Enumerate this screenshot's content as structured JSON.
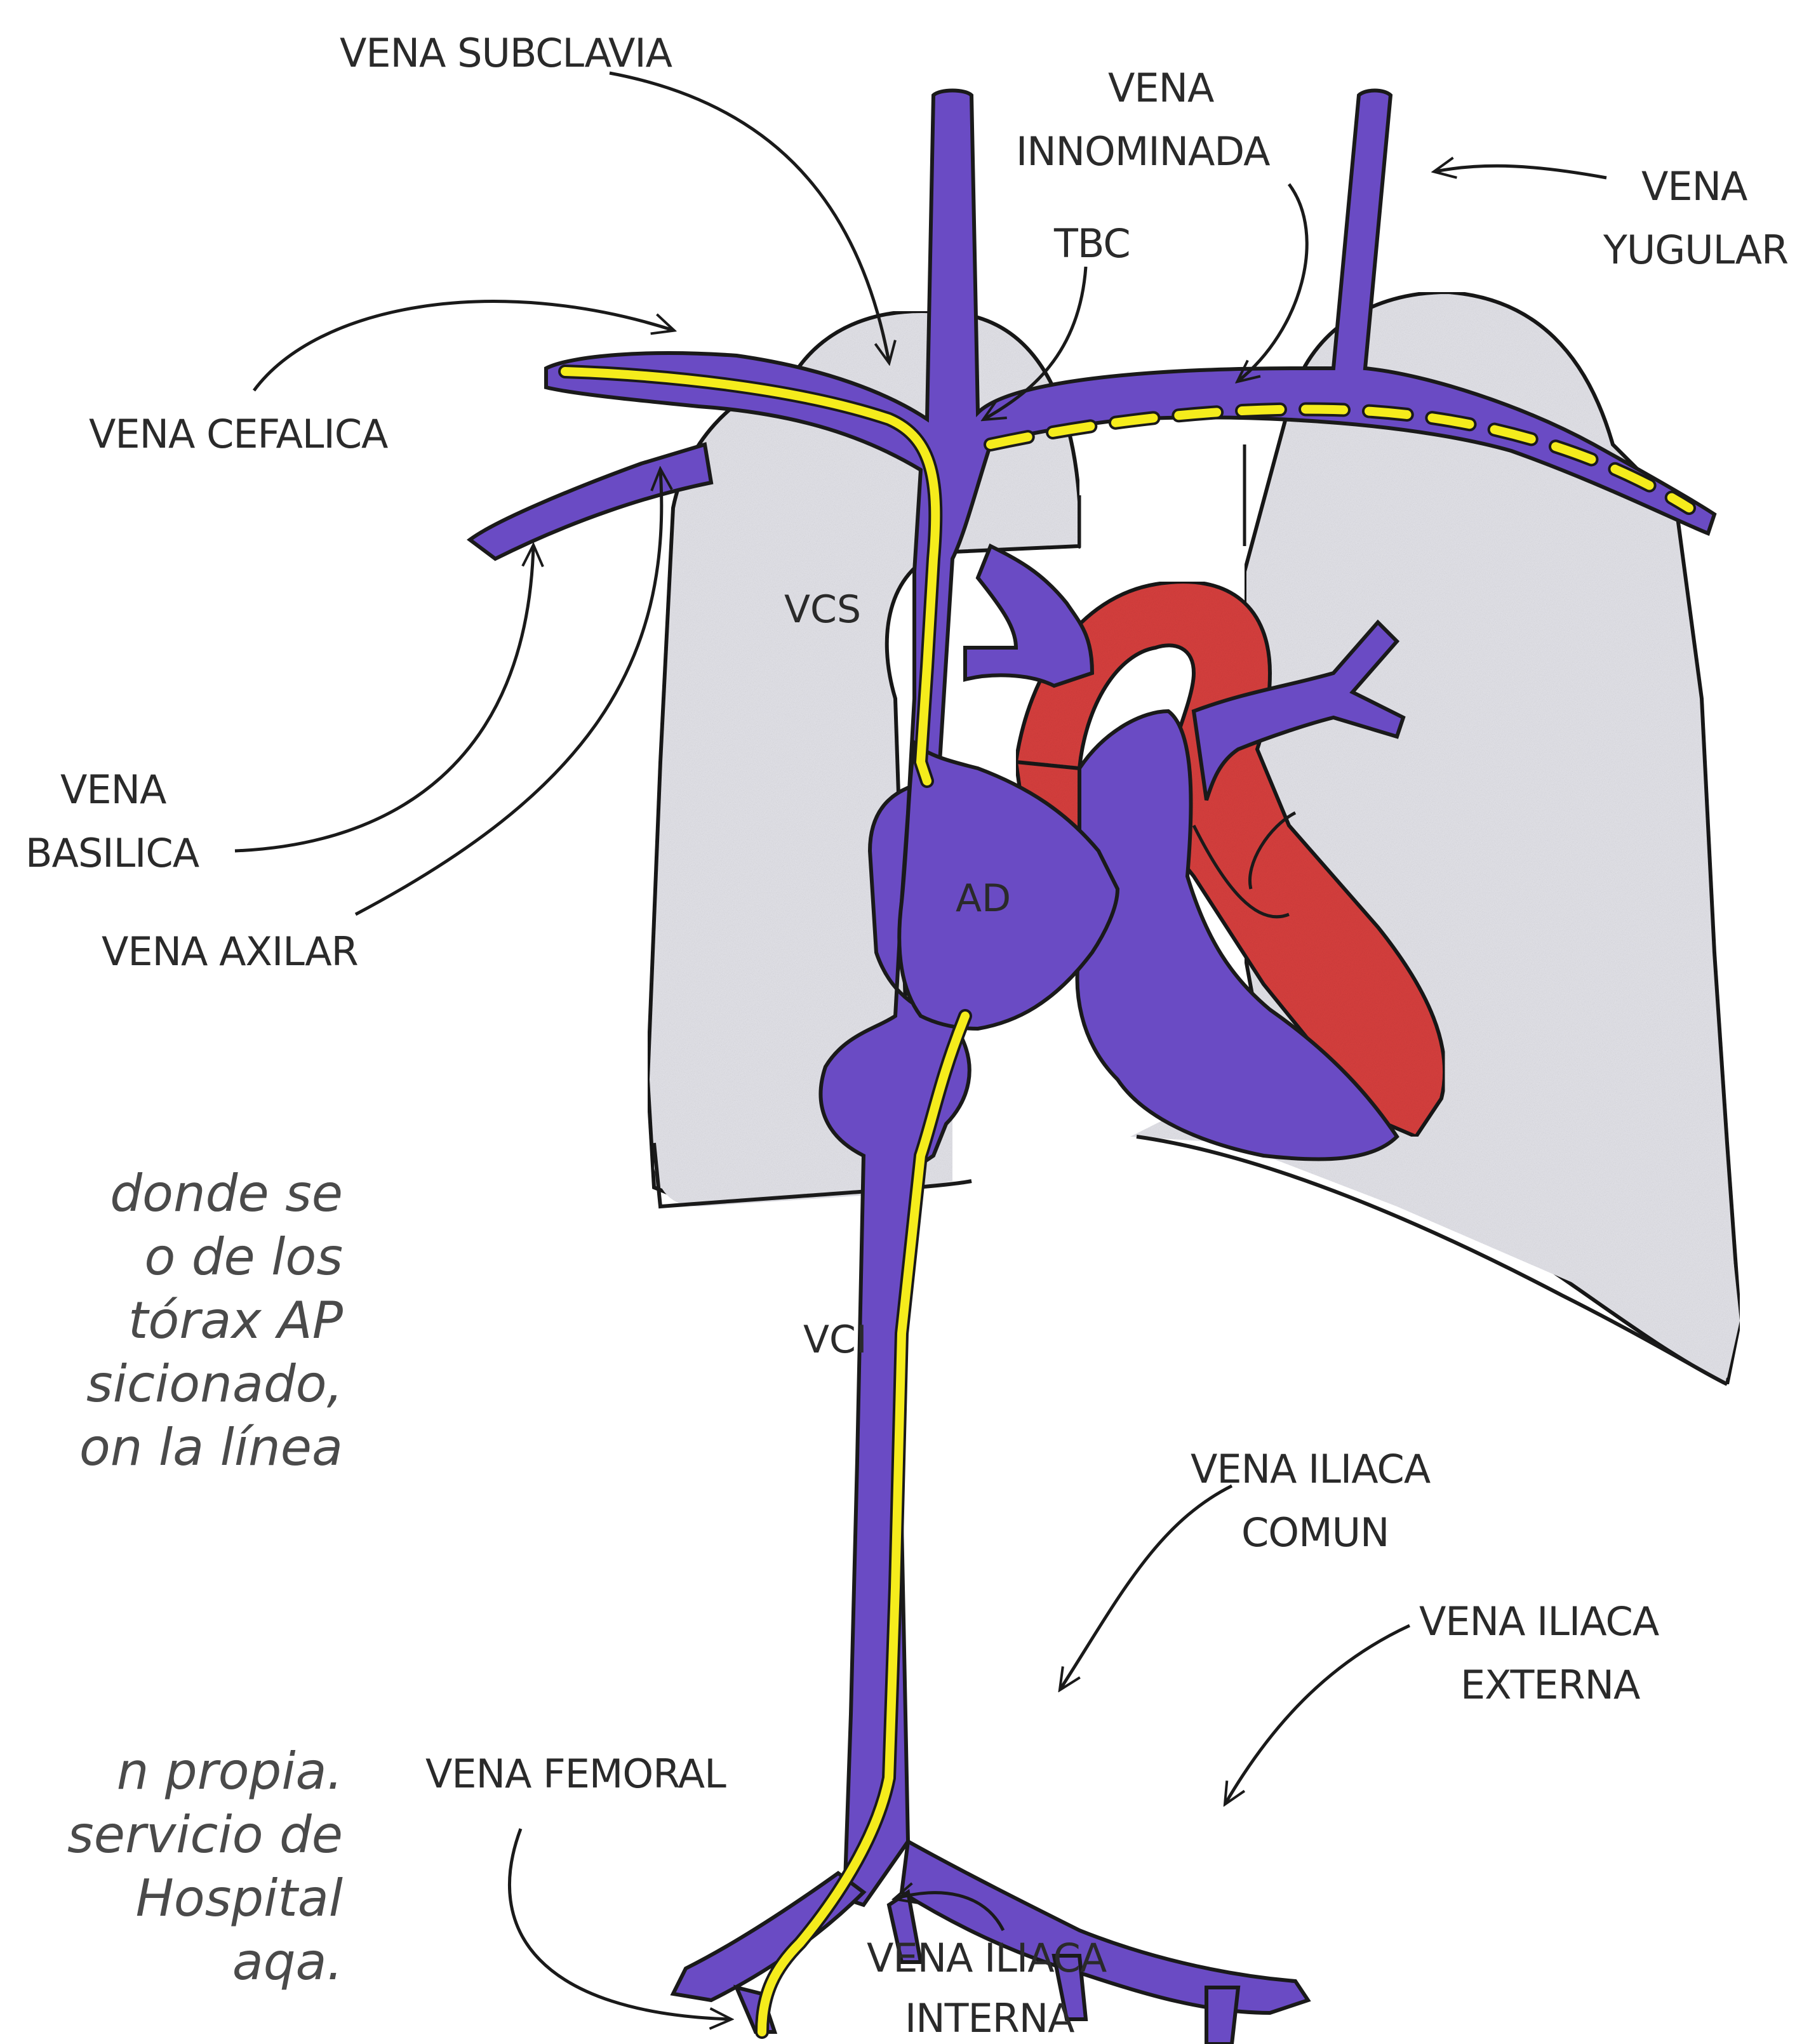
{
  "labels": {
    "vena_subclavia": "VENA SUBCLAVIA",
    "vena_innominada_1": "VENA",
    "vena_innominada_2": "INNOMINADA",
    "vena_yugular_1": "VENA",
    "vena_yugular_2": "YUGULAR",
    "tbc": "TBC",
    "vena_cefalica": "VENA CEFALICA",
    "vena_basilica_1": "VENA",
    "vena_basilica_2": "BASILICA",
    "vena_axilar": "VENA AXILAR",
    "vcs": "VCS",
    "ad": "AD",
    "vci": "VCI",
    "vena_iliaca_comun_1": "VENA ILIACA",
    "vena_iliaca_comun_2": "COMUN",
    "vena_iliaca_externa_1": "VENA ILIACA",
    "vena_iliaca_externa_2": "EXTERNA",
    "vena_femoral": "VENA FEMORAL",
    "vena_iliaca_interna_1": "VENA ILIACA",
    "vena_iliaca_interna_2": "INTERNA"
  },
  "caption": {
    "line1": "donde se",
    "line2": "o de los",
    "line3": "tórax AP",
    "line4": "sicionado,",
    "line5": "on la línea",
    "line6": "n propia.",
    "line7": "servicio de",
    "line8": "Hospital",
    "line9": "aqa."
  },
  "colors": {
    "vein": "#6a4bc4",
    "artery": "#d8403e",
    "lung": "#e4e4ea",
    "catheter": "#f5ec1c",
    "outline": "#1a1a1a"
  }
}
